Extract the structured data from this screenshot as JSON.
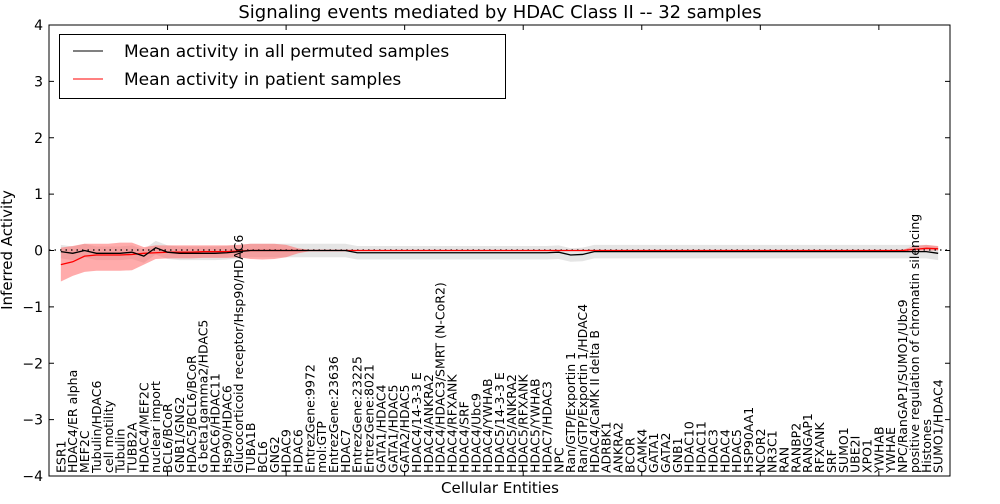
{
  "chart_data": {
    "type": "line",
    "title": "Signaling events mediated by HDAC Class II -- 32 samples",
    "xlabel": "Cellular Entities",
    "ylabel": "Inferred Activity",
    "ylim": [
      -4,
      4
    ],
    "xlim": [
      0,
      76
    ],
    "yticks": [
      -4,
      -3,
      -2,
      -1,
      0,
      1,
      2,
      3,
      4
    ],
    "ytick_labels": [
      "−4",
      "−3",
      "−2",
      "−1",
      "0",
      "1",
      "2",
      "3",
      "4"
    ],
    "grid": false,
    "legend_position": "top-left",
    "categories": [
      "ESR1",
      "HDAC4/ER alpha",
      "MEF2C",
      "Tubulin/HDAC6",
      "cell motility",
      "Tubulin",
      "TUBB2A",
      "HDAC4/MEF2C",
      "nuclear import",
      "BCL6/BCoR",
      "GNB1/GNG2",
      "HDAC5/BCL6/BCoR",
      "G beta1gamma2/HDAC5",
      "HDAC6/HDAC11",
      "Hsp90/HDAC6",
      "Glucocorticoid receptor/Hsp90/HDAC6",
      "TUBA1B",
      "BCL6",
      "GNG2",
      "HDAC9",
      "HDAC6",
      "EntrezGene:9972",
      "mol:GTP",
      "EntrezGene:23636",
      "HDAC7",
      "EntrezGene:23225",
      "EntrezGene:8021",
      "GATA1/HDAC4",
      "GATA1/HDAC5",
      "GATA2/HDAC5",
      "HDAC4/14-3-3 E",
      "HDAC4/ANKRA2",
      "HDAC4/HDAC3/SMRT (N-CoR2)",
      "HDAC4/RFXANK",
      "HDAC4/SRF",
      "HDAC4/Ubc9",
      "HDAC4/YWHAB",
      "HDAC5/14-3-3 E",
      "HDAC5/ANKRA2",
      "HDAC5/RFXANK",
      "HDAC5/YWHAB",
      "HDAC7/HDAC3",
      "NPC",
      "Ran/GTP/Exportin 1",
      "Ran/GTP/Exportin 1/HDAC4",
      "HDAC4/CaMK II delta B",
      "ADRBK1",
      "ANKRA2",
      "BCOR",
      "CAMK4",
      "GATA1",
      "GATA2",
      "GNB1",
      "HDAC10",
      "HDAC11",
      "HDAC3",
      "HDAC4",
      "HDAC5",
      "HSP90AA1",
      "NCOR2",
      "NR3C1",
      "RAN",
      "RANBP2",
      "RANGAP1",
      "RFXANK",
      "SRF",
      "SUMO1",
      "UBE2I",
      "XPO1",
      "YWHAB",
      "YWHAE",
      "NPC/RanGAP1/SUMO1/Ubc9",
      "positive regulation of chromatin silencing",
      "Histones",
      "SUMO1/HDAC4"
    ],
    "series": [
      {
        "name": "Mean activity in all permuted samples",
        "color": "#000000",
        "band_color": "#cccccc",
        "values": [
          -0.02,
          -0.05,
          0,
          -0.05,
          -0.05,
          -0.05,
          -0.03,
          -0.1,
          0.05,
          -0.03,
          -0.05,
          -0.05,
          -0.05,
          -0.05,
          -0.04,
          -0.02,
          0,
          0,
          0,
          0,
          0,
          0,
          0,
          0,
          0,
          -0.04,
          -0.04,
          -0.04,
          -0.04,
          -0.04,
          -0.04,
          -0.04,
          -0.04,
          -0.04,
          -0.04,
          -0.04,
          -0.04,
          -0.04,
          -0.04,
          -0.04,
          -0.04,
          -0.04,
          -0.03,
          -0.08,
          -0.07,
          -0.02,
          -0.02,
          -0.02,
          -0.02,
          -0.02,
          -0.02,
          -0.02,
          -0.02,
          -0.02,
          -0.02,
          -0.02,
          -0.02,
          -0.02,
          -0.02,
          -0.02,
          -0.02,
          -0.02,
          -0.02,
          -0.02,
          -0.02,
          -0.02,
          -0.02,
          -0.02,
          -0.02,
          -0.02,
          -0.02,
          -0.02,
          -0.02,
          -0.02,
          -0.05
        ],
        "band_halfwidth": 0.12
      },
      {
        "name": "Mean activity in patient samples",
        "color": "#ff0000",
        "band_color": "#ff6666",
        "values": [
          -0.25,
          -0.2,
          -0.1,
          -0.08,
          -0.08,
          -0.08,
          -0.07,
          -0.05,
          -0.04,
          -0.03,
          -0.03,
          -0.03,
          -0.02,
          -0.02,
          -0.02,
          -0.01,
          0,
          0,
          0,
          0,
          0,
          0,
          0,
          0,
          0,
          0,
          0,
          0,
          0,
          0,
          0,
          0,
          0,
          0,
          0,
          0,
          0,
          0,
          0,
          0,
          0,
          0,
          0,
          0,
          0,
          0,
          0,
          0,
          0,
          0,
          0,
          0,
          0,
          0,
          0,
          0,
          0,
          0,
          0,
          0,
          0,
          0,
          0,
          0,
          0,
          0,
          0,
          0,
          0,
          0,
          0,
          0,
          0.02,
          0.04,
          0.03
        ],
        "lower": [
          -0.55,
          -0.45,
          -0.38,
          -0.36,
          -0.36,
          -0.36,
          -0.35,
          -0.25,
          -0.15,
          -0.14,
          -0.14,
          -0.14,
          -0.13,
          -0.13,
          -0.13,
          -0.12,
          -0.15,
          -0.16,
          -0.15,
          -0.12,
          -0.05,
          -0.01,
          -0.01,
          -0.01,
          -0.01,
          -0.01,
          -0.01,
          -0.01,
          -0.01,
          -0.01,
          -0.01,
          -0.01,
          -0.01,
          -0.01,
          -0.01,
          -0.01,
          -0.01,
          -0.01,
          -0.01,
          -0.01,
          -0.01,
          -0.01,
          -0.01,
          -0.01,
          -0.01,
          -0.01,
          -0.01,
          -0.01,
          -0.01,
          -0.01,
          -0.01,
          -0.01,
          -0.01,
          -0.01,
          -0.01,
          -0.01,
          -0.01,
          -0.01,
          -0.01,
          -0.01,
          -0.01,
          -0.01,
          -0.01,
          -0.01,
          -0.01,
          -0.01,
          -0.01,
          -0.01,
          -0.01,
          -0.01,
          -0.01,
          -0.01,
          0,
          0,
          0
        ],
        "upper": [
          0.05,
          0.08,
          0.12,
          0.12,
          0.12,
          0.14,
          0.14,
          0.06,
          0.09,
          0.09,
          0.09,
          0.09,
          0.09,
          0.09,
          0.09,
          0.1,
          0.12,
          0.12,
          0.12,
          0.1,
          0.04,
          0.01,
          0.01,
          0.01,
          0.01,
          0.01,
          0.01,
          0.01,
          0.01,
          0.01,
          0.01,
          0.01,
          0.01,
          0.01,
          0.01,
          0.01,
          0.01,
          0.01,
          0.01,
          0.01,
          0.01,
          0.01,
          0.01,
          0.01,
          0.01,
          0.01,
          0.01,
          0.01,
          0.01,
          0.01,
          0.01,
          0.01,
          0.01,
          0.01,
          0.01,
          0.01,
          0.01,
          0.01,
          0.01,
          0.01,
          0.01,
          0.01,
          0.01,
          0.01,
          0.01,
          0.01,
          0.01,
          0.01,
          0.01,
          0.01,
          0.01,
          0.01,
          0.08,
          0.1,
          0.08
        ]
      }
    ]
  }
}
